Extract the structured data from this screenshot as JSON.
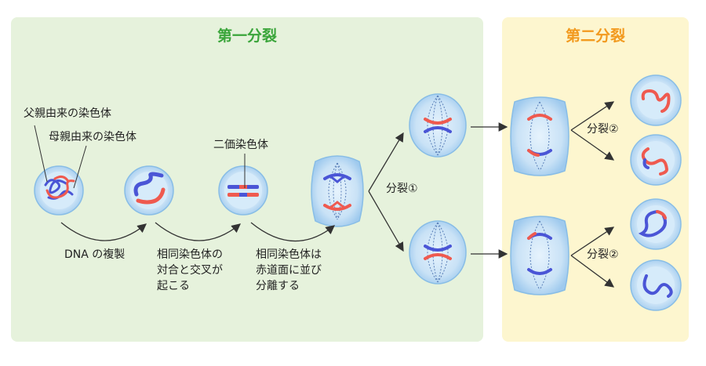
{
  "stage1": {
    "title": "第一分裂",
    "color": "#3aa53a",
    "bg": "#e6f2dc"
  },
  "stage2": {
    "title": "第二分裂",
    "color": "#f29a1f",
    "bg": "#fdf6cf"
  },
  "labels": {
    "paternal": "父親由来の染色体",
    "maternal": "母親由来の染色体",
    "bivalent": "二価染色体",
    "division1": "分裂①",
    "division2_top": "分裂②",
    "division2_bottom": "分裂②",
    "dna_replication": "DNA の複製",
    "pairing_line1": "相同染色体の",
    "pairing_line2": "対合と交叉が",
    "pairing_line3": "起こる",
    "separate_line1": "相同染色体は",
    "separate_line2": "赤道面に並び",
    "separate_line3": "分離する"
  },
  "colors": {
    "paternal": "#4a55d6",
    "maternal": "#ef5a4f",
    "cell": "#c5dff5",
    "cell_edge": "#7fb6e6"
  }
}
